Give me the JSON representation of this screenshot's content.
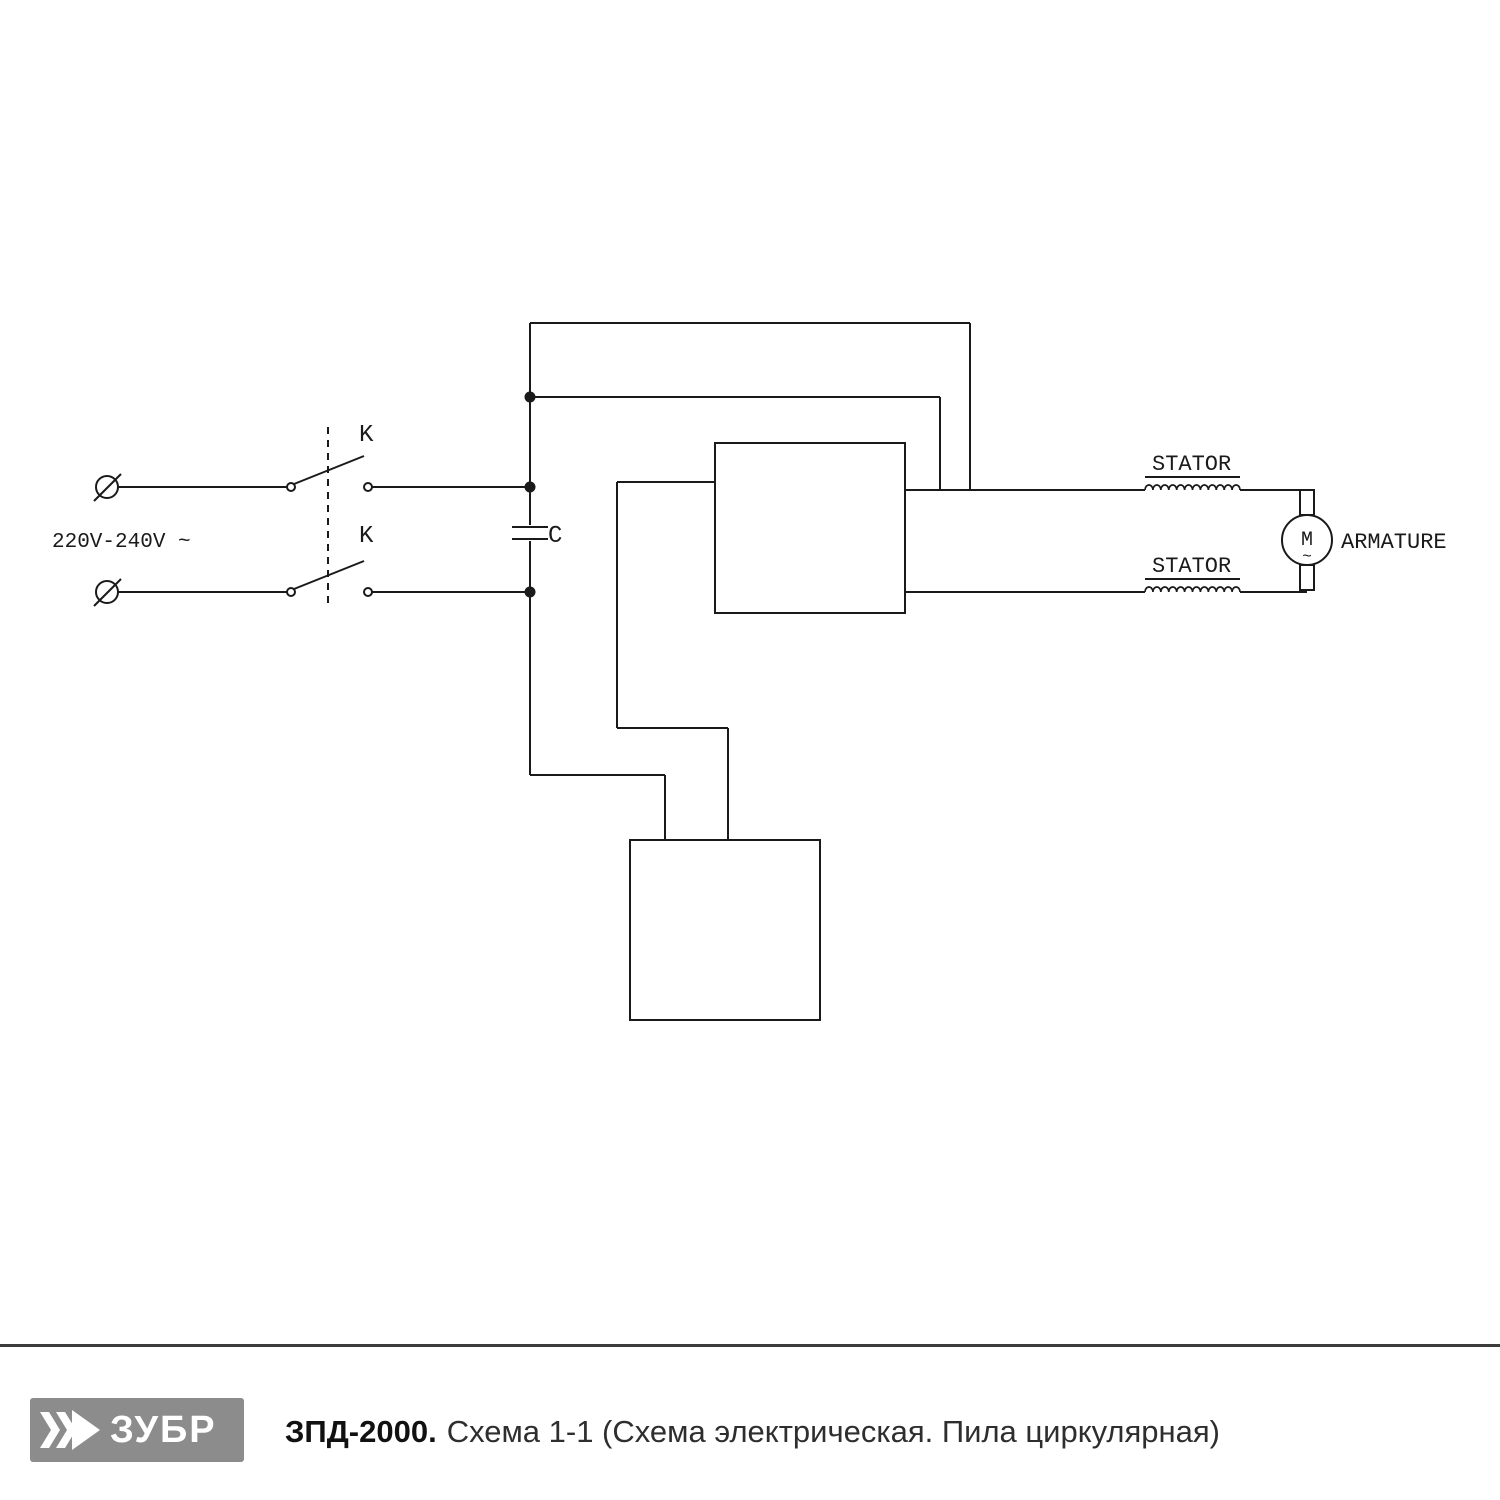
{
  "schematic": {
    "voltage_label": "220V-240V ~",
    "switch_top_label": "K",
    "switch_bottom_label": "K",
    "capacitor_label": "C",
    "stator_top_label": "STATOR",
    "stator_bottom_label": "STATOR",
    "armature_label": "ARMATURE",
    "motor_letter": "M",
    "motor_tilde": "~",
    "line_color": "#1a1a1a"
  },
  "footer": {
    "brand": "ЗУБР",
    "model": "ЗПД-2000.",
    "caption": "Схема 1-1 (Схема электрическая. Пила циркулярная)"
  }
}
